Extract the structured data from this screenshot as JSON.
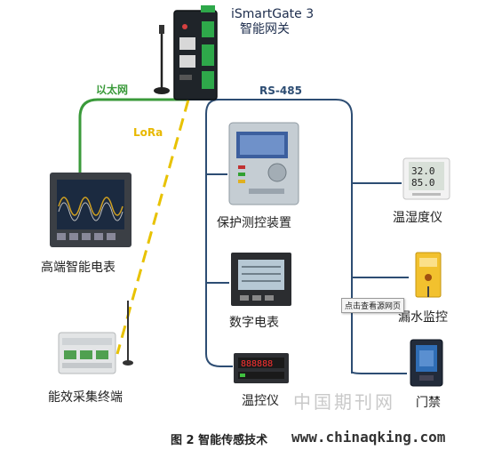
{
  "gateway": {
    "name_line1": "iSmartGate 3",
    "name_line2": "智能网关"
  },
  "links": {
    "ethernet": "以太网",
    "lora": "LoRa",
    "rs485": "RS-485"
  },
  "devices": {
    "protection": "保护测控装置",
    "digital_meter": "数字电表",
    "temp_controller": "温控仪",
    "high_end_meter": "高端智能电表",
    "energy_collector": "能效采集终端",
    "temp_humidity": "温湿度仪",
    "leak_monitor": "漏水监控",
    "access_control": "门禁"
  },
  "tooltip": "点击查看源网页",
  "caption": "图 2 智能传感技术",
  "watermark": "中国期刊网",
  "site": "www.chinaqking.com",
  "colors": {
    "ethernet": "#3a9a3a",
    "lora": "#e8c200",
    "rs485": "#2d4d73"
  }
}
